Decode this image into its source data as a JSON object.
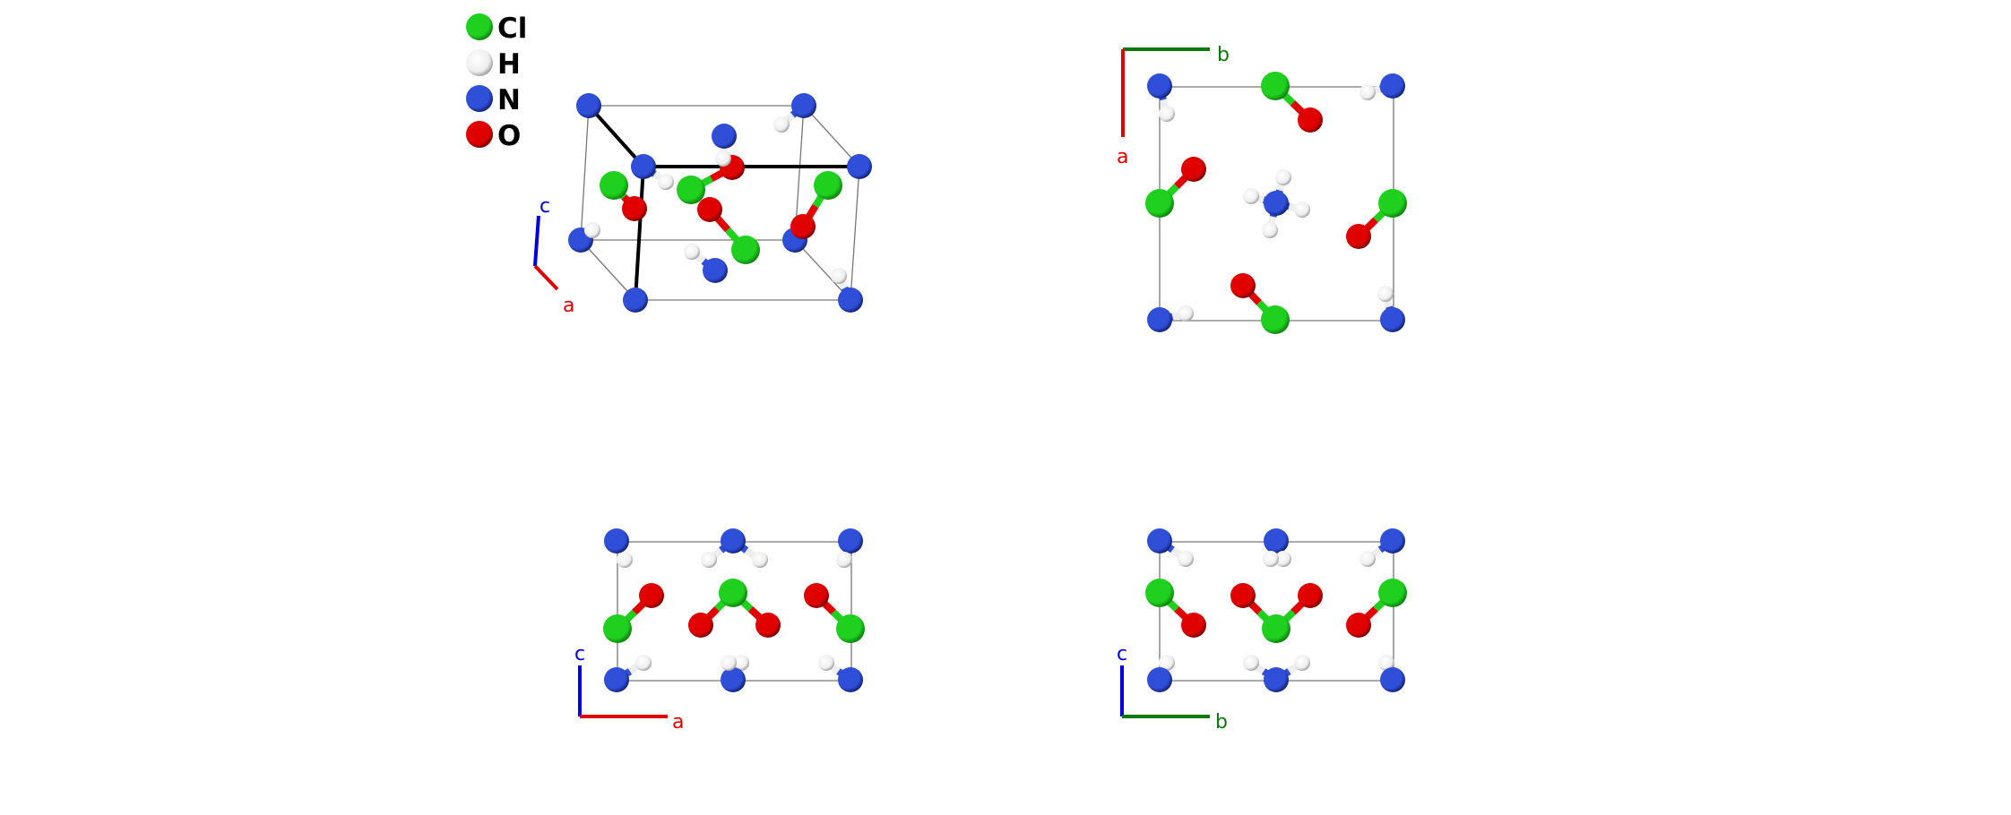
{
  "legend": [
    {
      "element": "Cl",
      "color": "#1fd01f"
    },
    {
      "element": "H",
      "color": "#eeeeee"
    },
    {
      "element": "N",
      "color": "#2f4fd8"
    },
    {
      "element": "O",
      "color": "#e00000"
    }
  ],
  "axis_colors": {
    "a": "#e00000",
    "b": "#0a7a0a",
    "c": "#0000dd"
  },
  "panels": [
    {
      "view": "perspective",
      "axes": [
        "c",
        "a"
      ]
    },
    {
      "view": "along-c",
      "axes": [
        "b",
        "a"
      ]
    },
    {
      "view": "along-b",
      "axes": [
        "c",
        "a"
      ]
    },
    {
      "view": "along-a",
      "axes": [
        "c",
        "b"
      ]
    }
  ]
}
